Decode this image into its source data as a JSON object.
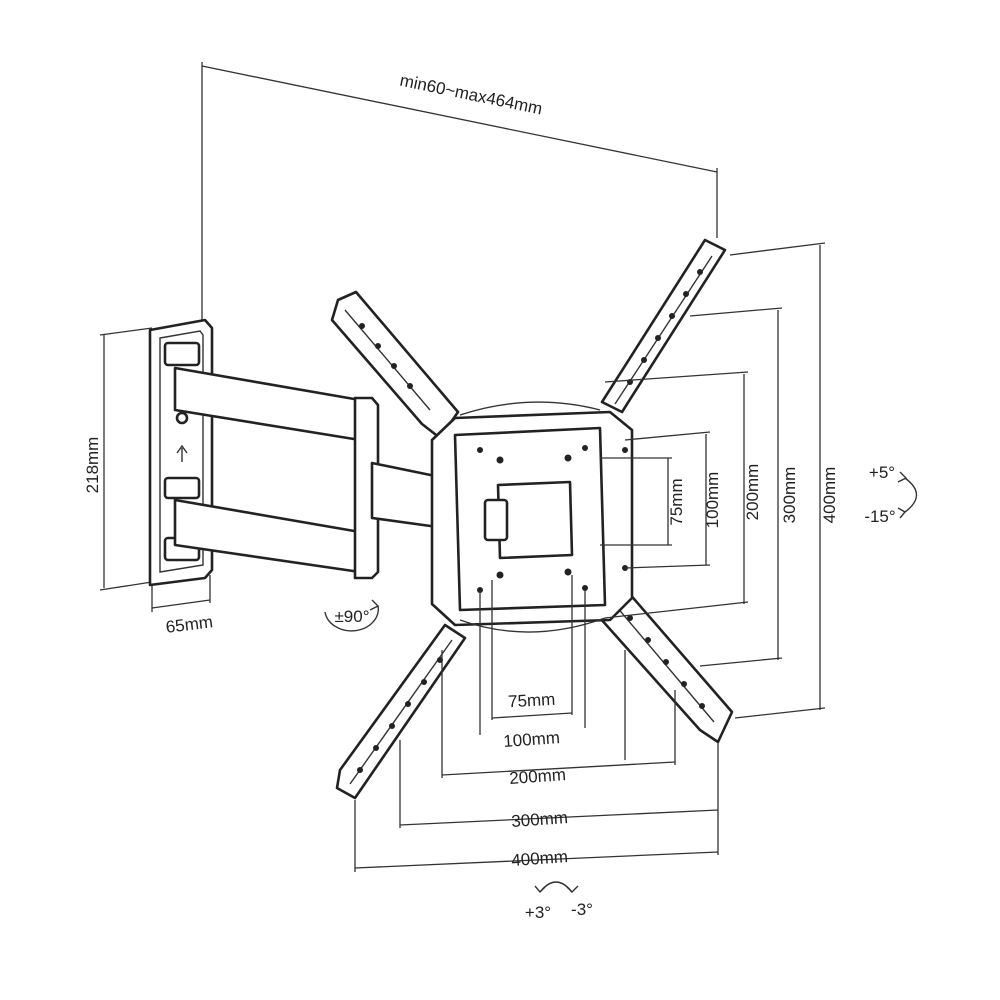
{
  "labels": {
    "extension": "min60~max464mm",
    "wall_height": "218mm",
    "wall_width": "65mm",
    "swivel": "±90°",
    "tilt_up": "+5°",
    "tilt_down": "-15°",
    "level_plus": "+3°",
    "level_minus": "-3°",
    "v75": "75mm",
    "v100": "100mm",
    "v200": "200mm",
    "v300": "300mm",
    "v400": "400mm",
    "h75": "75mm",
    "h100": "100mm",
    "h200": "200mm",
    "h300": "300mm",
    "h400": "400mm"
  }
}
